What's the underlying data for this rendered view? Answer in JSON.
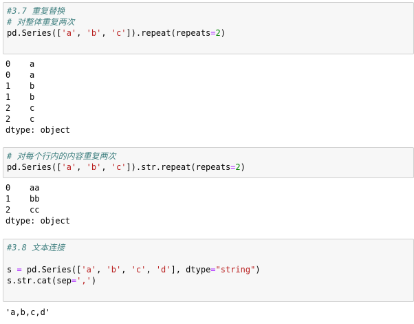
{
  "cells": {
    "c1": {
      "comment1": "#3.7 重复替换",
      "comment2": "# 对整体重复两次",
      "code_pre": "pd.Series([",
      "s_a": "'a'",
      "s_b": "'b'",
      "s_c": "'c'",
      "code_mid": "]).repeat(repeats",
      "eq": "=",
      "num": "2",
      "code_post": ")"
    },
    "c2": {
      "comment": "# 对每个行内的内容重复两次",
      "code_pre": "pd.Series([",
      "s_a": "'a'",
      "s_b": "'b'",
      "s_c": "'c'",
      "code_mid": "]).str.repeat(repeats",
      "eq": "=",
      "num": "2",
      "code_post": ")"
    },
    "c3": {
      "comment": "#3.8 文本连接",
      "line1_pre": "s ",
      "line1_eq": "=",
      "line1_mid": " pd.Series([",
      "s_a": "'a'",
      "s_b": "'b'",
      "s_c": "'c'",
      "s_d": "'d'",
      "line1_dtype": "], dtype",
      "line1_eq2": "=",
      "s_string": "\"string\"",
      "line1_post": ")",
      "line2_pre": "s.str.cat(sep",
      "line2_eq": "=",
      "s_sep": "','",
      "line2_post": ")"
    }
  },
  "outputs": {
    "o1": {
      "rows": [
        {
          "index": "0",
          "value": "a"
        },
        {
          "index": "0",
          "value": "a"
        },
        {
          "index": "1",
          "value": "b"
        },
        {
          "index": "1",
          "value": "b"
        },
        {
          "index": "2",
          "value": "c"
        },
        {
          "index": "2",
          "value": "c"
        }
      ],
      "dtype": "dtype: object"
    },
    "o2": {
      "rows": [
        {
          "index": "0",
          "value": "aa"
        },
        {
          "index": "1",
          "value": "bb"
        },
        {
          "index": "2",
          "value": "cc"
        }
      ],
      "dtype": "dtype: object"
    },
    "o3": {
      "result": "'a,b,c,d'"
    }
  }
}
